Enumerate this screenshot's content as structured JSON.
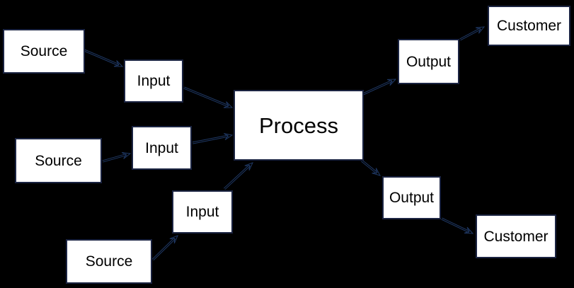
{
  "diagram": {
    "nodes": [
      {
        "id": "process",
        "label": "Process"
      },
      {
        "id": "source-1",
        "label": "Source"
      },
      {
        "id": "source-2",
        "label": "Source"
      },
      {
        "id": "source-3",
        "label": "Source"
      },
      {
        "id": "input-1",
        "label": "Input"
      },
      {
        "id": "input-2",
        "label": "Input"
      },
      {
        "id": "input-3",
        "label": "Input"
      },
      {
        "id": "output-1",
        "label": "Output"
      },
      {
        "id": "output-2",
        "label": "Output"
      },
      {
        "id": "customer-1",
        "label": "Customer"
      },
      {
        "id": "customer-2",
        "label": "Customer"
      }
    ],
    "edges": [
      {
        "from": "source-1",
        "to": "input-1"
      },
      {
        "from": "input-1",
        "to": "process"
      },
      {
        "from": "source-2",
        "to": "input-2"
      },
      {
        "from": "input-2",
        "to": "process"
      },
      {
        "from": "source-3",
        "to": "input-3"
      },
      {
        "from": "input-3",
        "to": "process"
      },
      {
        "from": "process",
        "to": "output-1"
      },
      {
        "from": "output-1",
        "to": "customer-1"
      },
      {
        "from": "process",
        "to": "output-2"
      },
      {
        "from": "output-2",
        "to": "customer-2"
      }
    ]
  },
  "colors": {
    "background": "#000000",
    "node_fill": "#ffffff",
    "node_border": "#1b2442",
    "arrow": "#1f3864",
    "text": "#000000"
  }
}
